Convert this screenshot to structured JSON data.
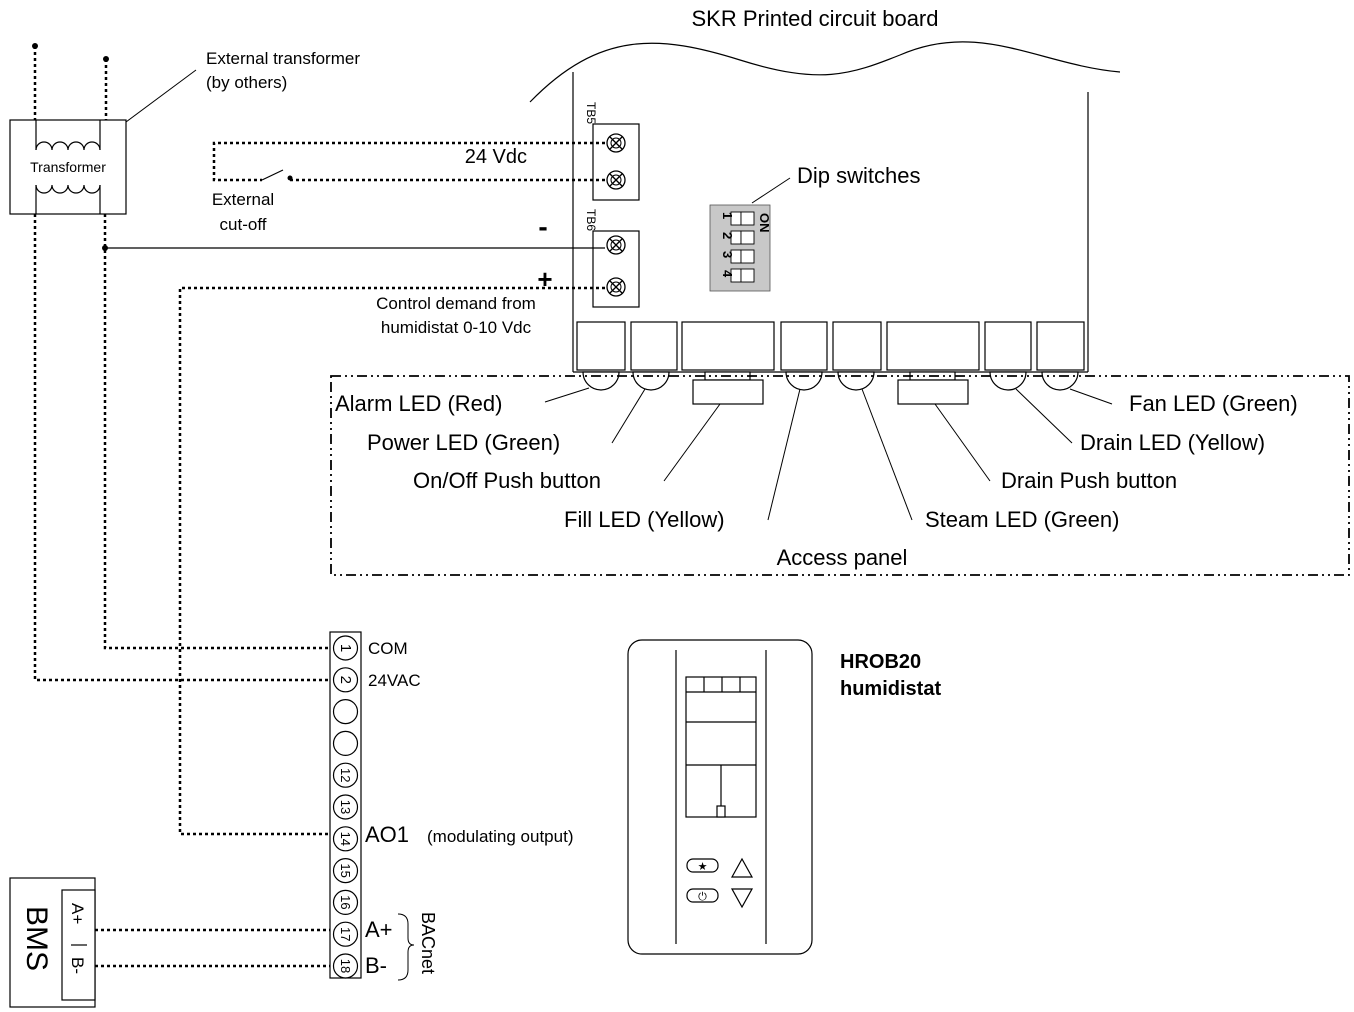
{
  "pcb": {
    "title": "SKR Printed circuit board",
    "tb5": "TB5",
    "tb6": "TB6",
    "v24dc": "24 Vdc",
    "minus": "-",
    "plus": "+",
    "control_line1": "Control demand from",
    "control_line2": "humidistat 0-10 Vdc",
    "dip_label": "Dip switches",
    "dip_on": "ON",
    "dip_numbers": [
      "1",
      "2",
      "3",
      "4"
    ]
  },
  "transformer": {
    "box_label": "Transformer",
    "callout_line1": "External transformer",
    "callout_line2": "(by others)",
    "cutoff_line1": "External",
    "cutoff_line2": "cut-off"
  },
  "access_panel": {
    "title": "Access panel",
    "labels": {
      "alarm": "Alarm LED (Red)",
      "power": "Power LED (Green)",
      "onoff": "On/Off Push button",
      "fill": "Fill LED (Yellow)",
      "steam": "Steam LED (Green)",
      "drain_push": "Drain Push button",
      "drain_led": "Drain LED (Yellow)",
      "fan": "Fan LED (Green)"
    }
  },
  "terminal_strip": {
    "terminals": [
      "1",
      "2",
      "",
      "",
      "12",
      "13",
      "14",
      "15",
      "16",
      "17",
      "18"
    ],
    "com": "COM",
    "v24ac": "24VAC",
    "ao1": "AO1",
    "ao1_note": "(modulating output)",
    "a_plus": "A+",
    "b_minus": "B-",
    "bacnet": "BACnet"
  },
  "bms": {
    "label": "BMS",
    "a_plus": "A+",
    "b_minus": "B-"
  },
  "humidistat": {
    "line1": "HROB20",
    "line2": "humidistat",
    "star_icon": "★",
    "power_icon": "⏻"
  }
}
